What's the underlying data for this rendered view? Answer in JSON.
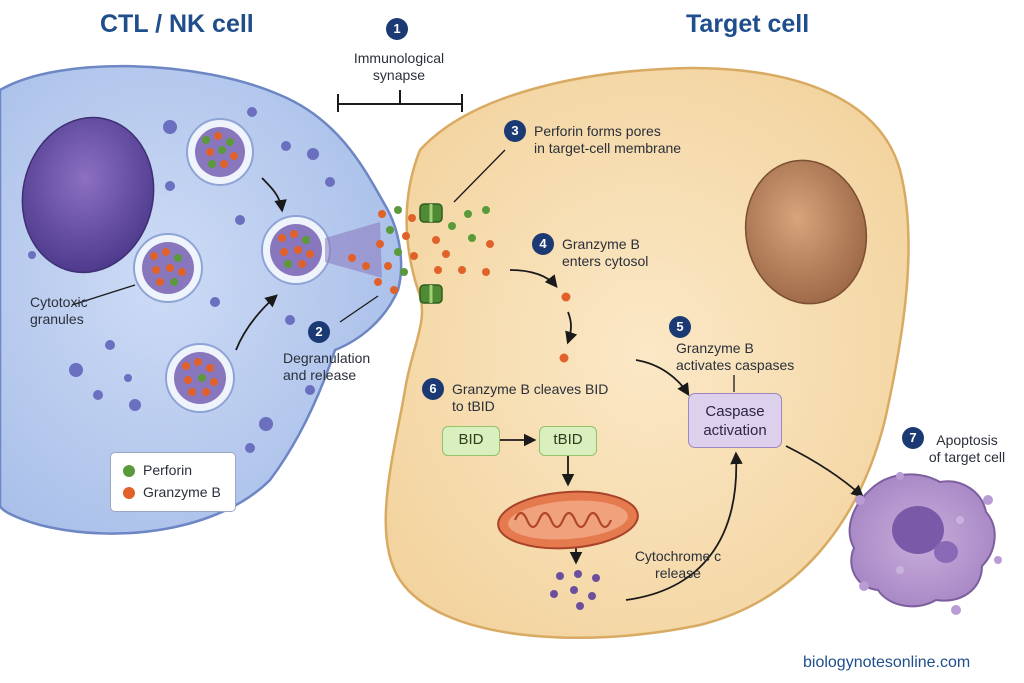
{
  "titles": {
    "left": "CTL / NK cell",
    "right": "Target cell"
  },
  "steps": {
    "s1": {
      "num": "1",
      "line1": "Immunological",
      "line2": "synapse"
    },
    "s2": {
      "num": "2",
      "line1": "Degranulation",
      "line2": "and release"
    },
    "s3": {
      "num": "3",
      "line1": "Perforin forms pores",
      "line2": "in target-cell membrane"
    },
    "s4": {
      "num": "4",
      "line1": "Granzyme B",
      "line2": "enters cytosol"
    },
    "s5": {
      "num": "5",
      "line1": "Granzyme B",
      "line2": "activates caspases"
    },
    "s6": {
      "num": "6",
      "line1": "Granzyme B cleaves BID",
      "line2": "to tBID"
    },
    "s7": {
      "num": "7",
      "line1": "Apoptosis",
      "line2": "of target cell"
    }
  },
  "labels": {
    "granules_line1": "Cytotoxic",
    "granules_line2": "granules",
    "bid": "BID",
    "tbid": "tBID",
    "caspase_line1": "Caspase",
    "caspase_line2": "activation",
    "cytc_line1": "Cytochrome c",
    "cytc_line2": "release"
  },
  "legend": {
    "perforin": "Perforin",
    "granzyme": "Granzyme B"
  },
  "colors": {
    "perforin": "#5a9a3a",
    "granzyme": "#e0622a",
    "ctl_cell": "#b7c9ee",
    "target_cell": "#f6dcae",
    "badge": "#1b3a73"
  },
  "credit": "biologynotesonline.com"
}
